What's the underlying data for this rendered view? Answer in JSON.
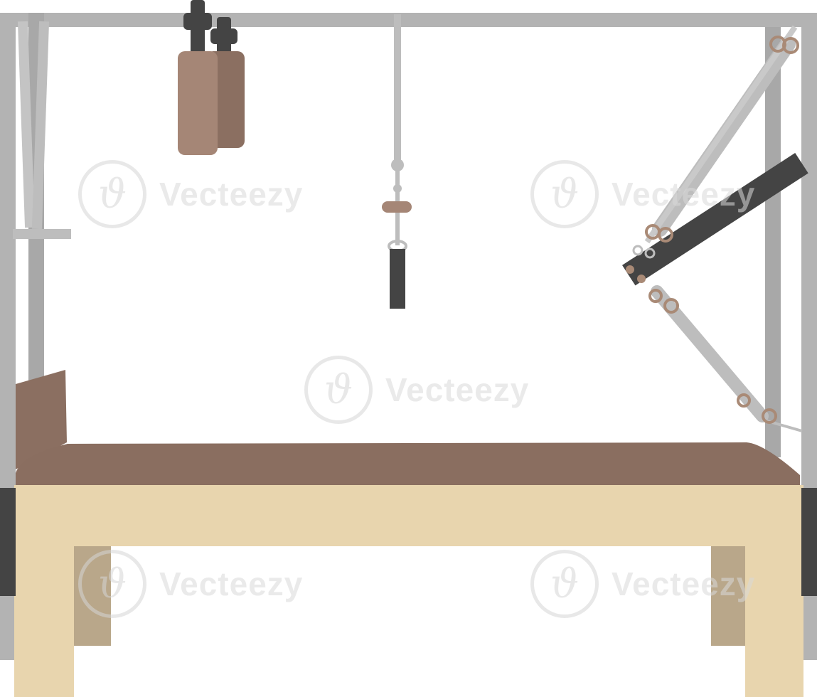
{
  "image": {
    "subject": "pilates-cadillac-trapeze-table",
    "colors": {
      "frame": "#b3b3b3",
      "frame_dark": "#9f9f9f",
      "mat": "#8a6e60",
      "headrest": "#8b6f61",
      "base": "#e8d5ae",
      "leg_shadow": "#b9a78a",
      "handle_dark": "#444444",
      "sandbag_light": "#a58676",
      "sandbag_dark": "#8b6f61",
      "ring": "#a98a76"
    }
  },
  "watermark": {
    "text": "Vecteezy",
    "logo_glyph": "ϑ"
  }
}
